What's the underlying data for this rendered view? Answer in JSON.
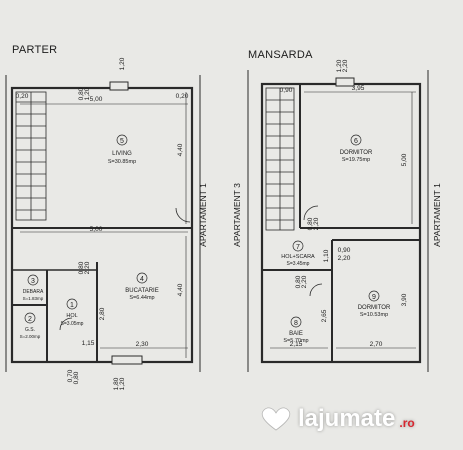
{
  "plans": {
    "parter": {
      "title": "PARTER",
      "rooms": [
        {
          "num": "5",
          "name": "LIVING",
          "area": "S=30.85mp"
        },
        {
          "num": "4",
          "name": "BUCATARIE",
          "area": "S=6.44mp"
        },
        {
          "num": "3",
          "name": "DEBARA",
          "area": "S=1.83mp"
        },
        {
          "num": "2",
          "name": "G.S.",
          "area": "S=2.00mp"
        },
        {
          "num": "1",
          "name": "HOL",
          "area": "S=3.05mp"
        }
      ],
      "dims": [
        "5,00",
        "5,00",
        "4,40",
        "4,40",
        "2,30",
        "2,80",
        "0,20",
        "0,20",
        "1,15",
        "0,70",
        "1,20",
        "0,80",
        "1,20",
        "0,80",
        "0,80",
        "2,20",
        "1,80",
        "1,20"
      ],
      "side_label": "APARTAMENT 1"
    },
    "mansarda": {
      "title": "MANSARDA",
      "rooms": [
        {
          "num": "6",
          "name": "DORMITOR",
          "area": "S=19.75mp"
        },
        {
          "num": "7",
          "name": "HOL+SCARA",
          "area": "S=3.45mp"
        },
        {
          "num": "8",
          "name": "BAIE",
          "area": "S=5.70mp"
        },
        {
          "num": "9",
          "name": "DORMITOR",
          "area": "S=10.53mp"
        }
      ],
      "dims": [
        "3,95",
        "0,90",
        "5,00",
        "0,80",
        "2,20",
        "0,90",
        "2,20",
        "1,10",
        "0,80",
        "2,20",
        "2,65",
        "3,90",
        "2,15",
        "2,70",
        "1,20",
        "2,20"
      ],
      "side_left": "APARTAMENT 3",
      "side_right": "APARTAMENT 1"
    }
  },
  "watermark": {
    "brand": "lajumate",
    "domain": ".ro"
  },
  "colors": {
    "background": "#e9e9e6",
    "ink": "#1c1c1c",
    "wall": "#2a2a2a",
    "accent": "#d7262f"
  }
}
